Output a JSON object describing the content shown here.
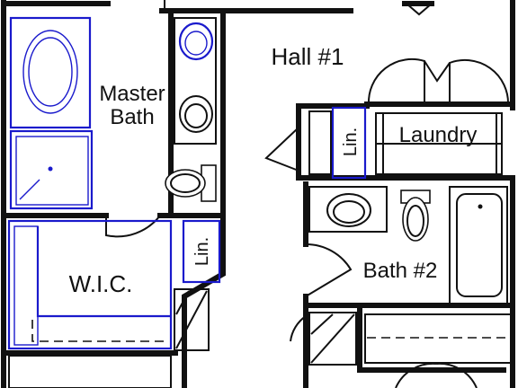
{
  "labels": {
    "master_line1": "Master",
    "master_line2": "Bath",
    "hall": "Hall #1",
    "laundry": "Laundry",
    "linen_upper": "Lin.",
    "linen_lower": "Lin.",
    "bath2": "Bath #2",
    "wic": "W.I.C."
  },
  "colors": {
    "wall": "#111111",
    "fixture_blue": "#1a1acc",
    "background": "#ffffff"
  }
}
